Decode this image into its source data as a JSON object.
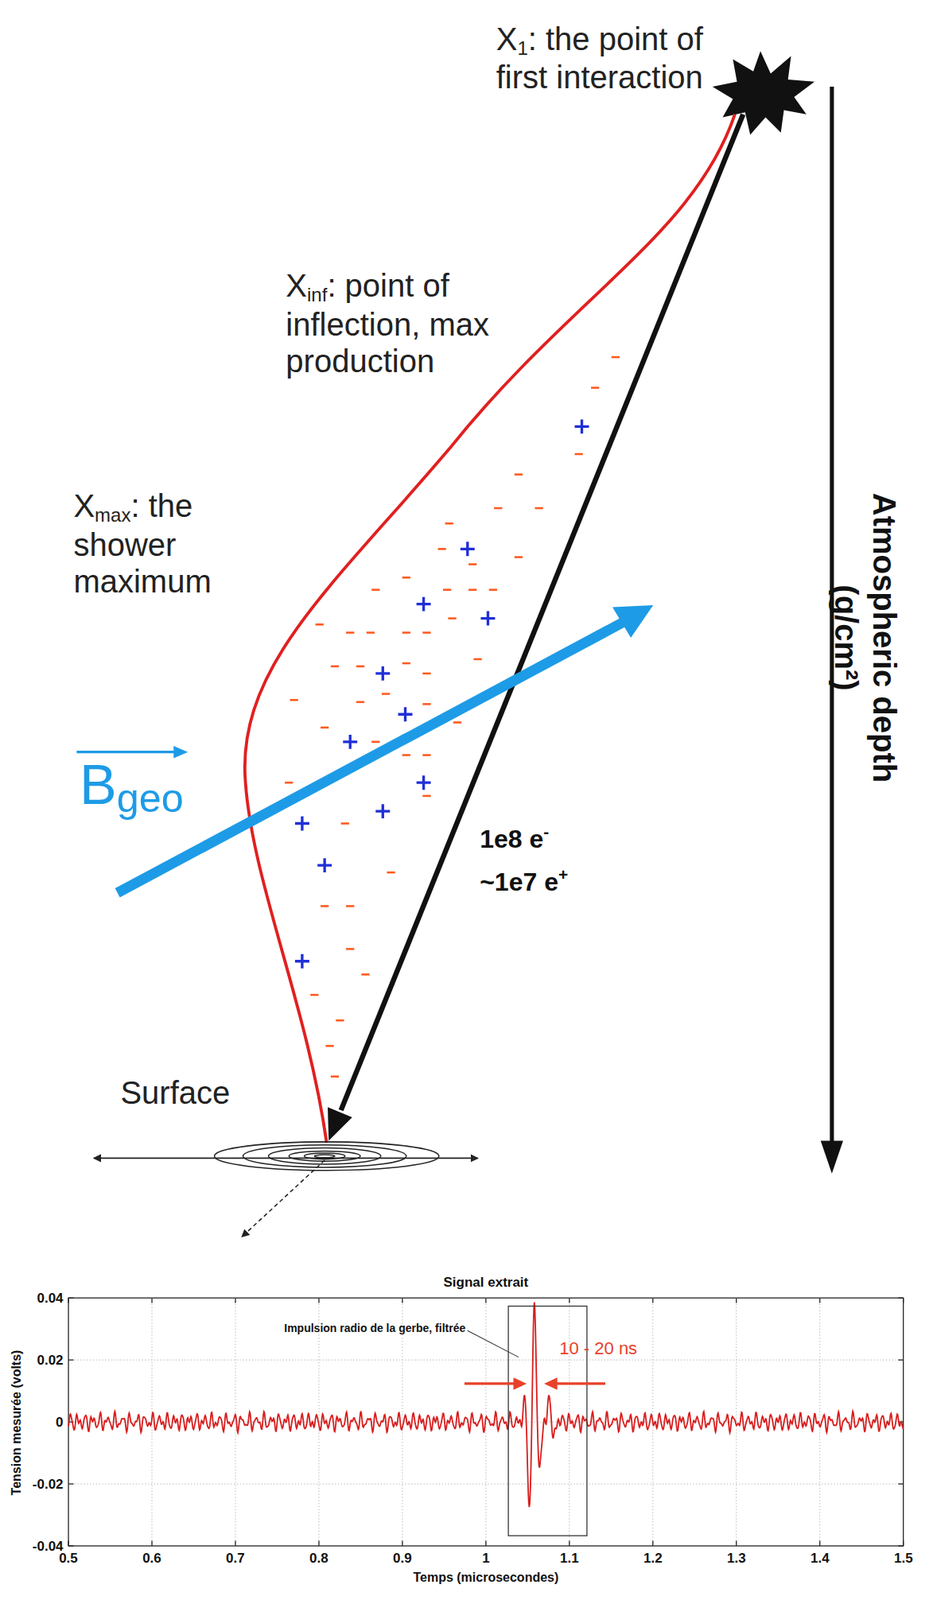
{
  "diagram": {
    "labels": [
      "X",
      "1",
      ": the point of first interaction",
      "X",
      "inf",
      ": point of inflection, max production",
      "X",
      "max",
      ": the shower maximum",
      "Atmospheric depth",
      "(g/cm²)",
      "B",
      "geo",
      "1e8 e",
      "-",
      "~1e7 e",
      "+",
      "Surface",
      "Signal extrait",
      "Impulsion radio de la gerbe, filtrée",
      "10 - 20 ns",
      "0.04",
      "0.02",
      "0",
      "-0.02",
      "-0.04",
      "0.5",
      "0.6",
      "0.7",
      "0.8",
      "0.9",
      "1",
      "1.1",
      "1.2",
      "1.3",
      "1.4",
      "1.5",
      "Tension mesurée (volts)",
      "Temps (microsecondes)"
    ]
  }
}
